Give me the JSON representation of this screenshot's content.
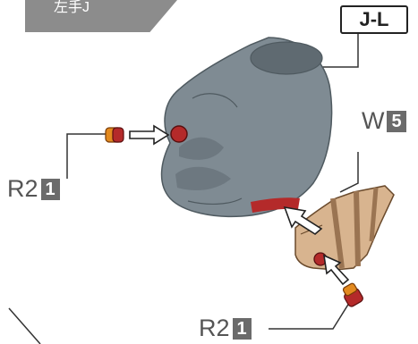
{
  "header": {
    "part_label": "左手J"
  },
  "labels": {
    "assembly": "J-L",
    "part_w": "W",
    "part_w_number": "5",
    "part_r2_left": "R2",
    "part_r2_left_number": "1",
    "part_r2_bottom": "R2",
    "part_r2_bottom_number": "1"
  },
  "colors": {
    "hand_body": "#7f8b93",
    "hand_shadow": "#5f6a71",
    "claw_wood": "#d8b48f",
    "claw_dark": "#9a7452",
    "joint_red": "#b42a2a",
    "joint_orange": "#e38a1f",
    "badge_gray": "#6b6b6b"
  }
}
